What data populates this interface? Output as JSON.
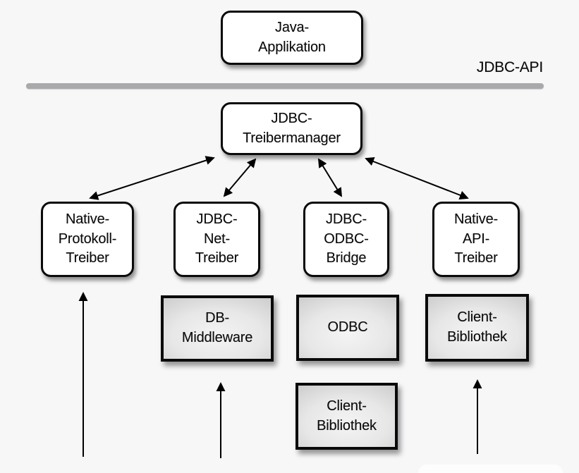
{
  "diagram": {
    "title": "JDBC driver architecture (German)",
    "api_label": "JDBC-API",
    "nodes": {
      "java_app": {
        "label": "Java-\nApplikation",
        "style": "white"
      },
      "treibermanager": {
        "label": "JDBC-\nTreibermanager",
        "style": "white"
      },
      "native_protokoll": {
        "label": "Native-\nProtokoll-\nTreiber",
        "style": "white"
      },
      "jdbc_net": {
        "label": "JDBC-\nNet-\nTreiber",
        "style": "white"
      },
      "jdbc_odbc": {
        "label": "JDBC-\nODBC-\nBridge",
        "style": "white"
      },
      "native_api": {
        "label": "Native-\nAPI-\nTreiber",
        "style": "white"
      },
      "db_middleware": {
        "label": "DB-\nMiddleware",
        "style": "gray"
      },
      "odbc": {
        "label": "ODBC",
        "style": "gray"
      },
      "client_bib_right": {
        "label": "Client-\nBibliothek",
        "style": "gray"
      },
      "client_bib_bottom": {
        "label": "Client-\nBibliothek",
        "style": "gray"
      },
      "cut_box_bottom_right": {
        "label": "",
        "style": "cut"
      }
    },
    "edges": [
      {
        "from": "treibermanager",
        "to": "native_protokoll",
        "type": "bidirectional"
      },
      {
        "from": "treibermanager",
        "to": "jdbc_net",
        "type": "bidirectional"
      },
      {
        "from": "treibermanager",
        "to": "jdbc_odbc",
        "type": "bidirectional"
      },
      {
        "from": "treibermanager",
        "to": "native_api",
        "type": "bidirectional"
      },
      {
        "from": "bottom_edge",
        "to": "native_protokoll",
        "type": "arrow-up"
      },
      {
        "from": "bottom_edge",
        "to": "db_middleware",
        "type": "arrow-up"
      },
      {
        "from": "bottom_edge",
        "to": "client_bib_right",
        "type": "arrow-up"
      }
    ]
  },
  "colors": {
    "background": "#f7f7f8",
    "node_fill": "#ffffff",
    "node_border": "#0a0a0a",
    "gray_fill_light": "#f4f4f4",
    "gray_fill_dark": "#c2c2c2",
    "divider": "#a9a9ac",
    "arrow": "#000000",
    "text": "#0c0c0c"
  }
}
